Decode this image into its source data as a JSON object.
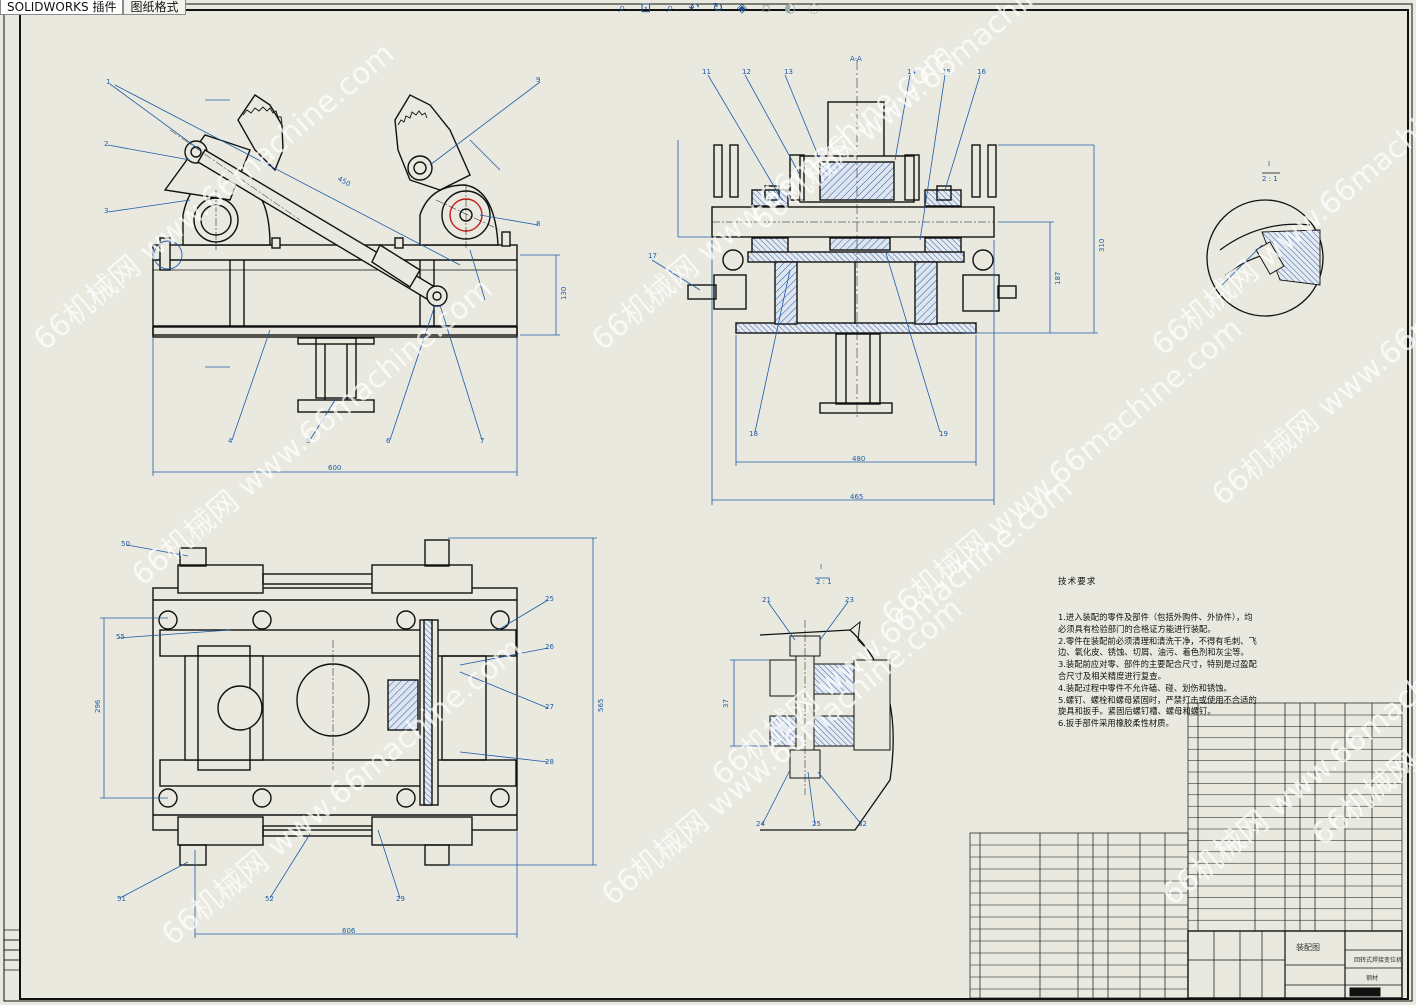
{
  "tabs": [
    {
      "label": "SOLIDWORKS 插件"
    },
    {
      "label": "图纸格式"
    }
  ],
  "toolbar": [
    {
      "icon": "zoom-fit-icon",
      "glyph": "⌕"
    },
    {
      "icon": "zoom-area-icon",
      "glyph": "⊡"
    },
    {
      "icon": "zoom-in-out-icon",
      "glyph": "⌕"
    },
    {
      "icon": "previous-view-icon",
      "glyph": "↶"
    },
    {
      "icon": "rotate-view-icon",
      "glyph": "↻"
    },
    {
      "icon": "display-style-icon",
      "glyph": "◈"
    },
    {
      "icon": "hide-show-icon",
      "glyph": "▫"
    },
    {
      "icon": "appearance-icon",
      "glyph": "◐"
    },
    {
      "icon": "scene-icon",
      "glyph": "◌"
    }
  ],
  "technical_requirements": {
    "title": "技术要求",
    "lines": [
      "1.进入装配的零件及部件（包括外购件、外协件），均",
      "必须具有检验部门的合格证方能进行装配。",
      "2.零件在装配前必须清理和清洗干净，不得有毛刺、飞",
      "边、氧化皮、锈蚀、切屑、油污、着色剂和灰尘等。",
      "3.装配前应对零、部件的主要配合尺寸，特别是过盈配",
      "合尺寸及相关精度进行复查。",
      "4.装配过程中零件不允许磕、碰、划伤和锈蚀。",
      "5.螺钉、螺栓和螺母紧固时，严禁打击或使用不合适的",
      "旋具和扳手。紧固后螺钉槽、螺母和螺钉。",
      "6.扳手部件采用橡胶柔性材质。"
    ]
  },
  "balloons": {
    "front": [
      "1",
      "2",
      "3",
      "4",
      "5",
      "6",
      "7",
      "8",
      "9"
    ],
    "side": [
      "11",
      "12",
      "13",
      "14",
      "15",
      "16",
      "17",
      "18",
      "19"
    ],
    "top": [
      "50",
      "51",
      "52",
      "25",
      "26",
      "27",
      "28",
      "29",
      "55"
    ],
    "detail": [
      "21",
      "22",
      "23",
      "24",
      "25"
    ]
  },
  "dimensions": {
    "front_width": "600",
    "front_height": "130",
    "front_angle": "450",
    "side_inner": "480",
    "side_outer": "465",
    "side_h1": "187",
    "side_h2": "310",
    "top_width": "606",
    "top_height": "565",
    "top_left": "296",
    "detail": "37"
  },
  "detail_labels": {
    "i1": "I",
    "i1_scale": "2 : 1",
    "i2": "I",
    "i2_scale": "2 : 1",
    "section_a": "A-A"
  },
  "title_block": {
    "name": "装配图",
    "drawing": "回转式焊接变位机",
    "material": "钢材"
  },
  "watermark": "66机械网 www.66machine.com",
  "colors": {
    "paper": "#e9e9e0",
    "line": "#111111",
    "leader": "#1e5ba8",
    "hatch": "#1e5ba8"
  }
}
